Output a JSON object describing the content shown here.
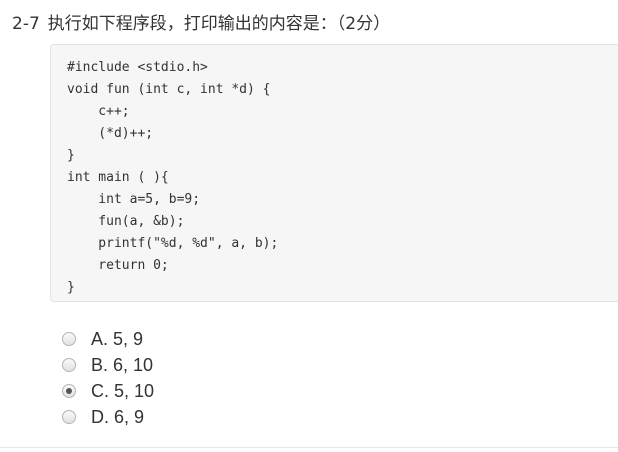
{
  "question": {
    "number": "2-7",
    "text": "执行如下程序段，打印输出的内容是：（2分）"
  },
  "code_lines": [
    "#include <stdio.h>",
    "void fun (int c, int *d) {",
    "    c++;",
    "    (*d)++;",
    "}",
    "int main ( ){",
    "    int a=5, b=9;",
    "    fun(a, &b);",
    "    printf(\"%d, %d\", a, b);",
    "    return 0;",
    "}"
  ],
  "options": [
    {
      "label": "A. 5, 9",
      "selected": false
    },
    {
      "label": "B. 6, 10",
      "selected": false
    },
    {
      "label": "C. 5, 10",
      "selected": true
    },
    {
      "label": "D. 6, 9",
      "selected": false
    }
  ]
}
